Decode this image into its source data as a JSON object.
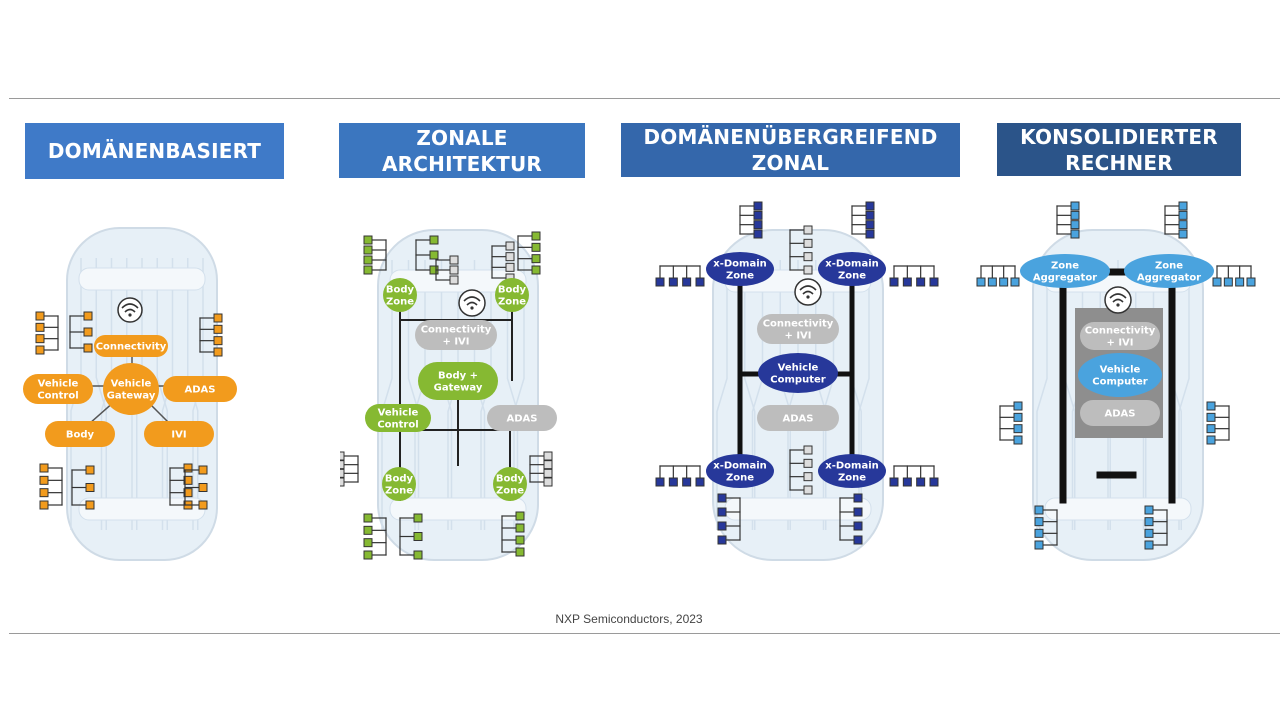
{
  "colors": {
    "title_bar_1": "#3f7ac8",
    "title_bar_2": "#3b76bf",
    "title_bar_3": "#3467ab",
    "title_bar_4": "#2b5489",
    "orange": "#f29b1d",
    "green": "#86b932",
    "gray_node": "#bdbdbd",
    "dark_blue": "#27389a",
    "light_blue": "#4aa3de",
    "car_body": "#e7f0f7"
  },
  "panels": [
    {
      "title": "DOMÄNENBASIERT",
      "icon": "wifi-icon",
      "nodes": {
        "connectivity": "Connectivity",
        "vehicle_control": "Vehicle\nControl",
        "vehicle_gateway": "Vehicle\nGateway",
        "adas": "ADAS",
        "body": "Body",
        "ivi": "IVI"
      }
    },
    {
      "title": "ZONALE\nARCHITEKTUR",
      "icon": "wifi-icon",
      "nodes": {
        "body_zone_tl": "Body\nZone",
        "body_zone_tr": "Body\nZone",
        "connectivity_ivi": "Connectivity\n+ IVI",
        "body_gateway": "Body +\nGateway",
        "vehicle_control": "Vehicle\nControl",
        "adas": "ADAS",
        "body_zone_bl": "Body\nZone",
        "body_zone_br": "Body\nZone"
      }
    },
    {
      "title": "DOMÄNENÜBERGREIFEND\nZONAL",
      "icon": "wifi-icon",
      "nodes": {
        "xdomain_tl": "x-Domain\nZone",
        "xdomain_tr": "x-Domain\nZone",
        "connectivity_ivi": "Connectivity\n+ IVI",
        "vehicle_computer": "Vehicle\nComputer",
        "adas": "ADAS",
        "xdomain_bl": "x-Domain\nZone",
        "xdomain_br": "x-Domain\nZone"
      }
    },
    {
      "title": "KONSOLIDIERTER\nRECHNER",
      "icon": "wifi-icon",
      "nodes": {
        "zone_aggregator_l": "Zone\nAggregator",
        "zone_aggregator_r": "Zone\nAggregator",
        "connectivity_ivi": "Connectivity\n+ IVI",
        "vehicle_computer": "Vehicle\nComputer",
        "adas": "ADAS"
      }
    }
  ],
  "credit": "NXP Semiconductors, 2023"
}
